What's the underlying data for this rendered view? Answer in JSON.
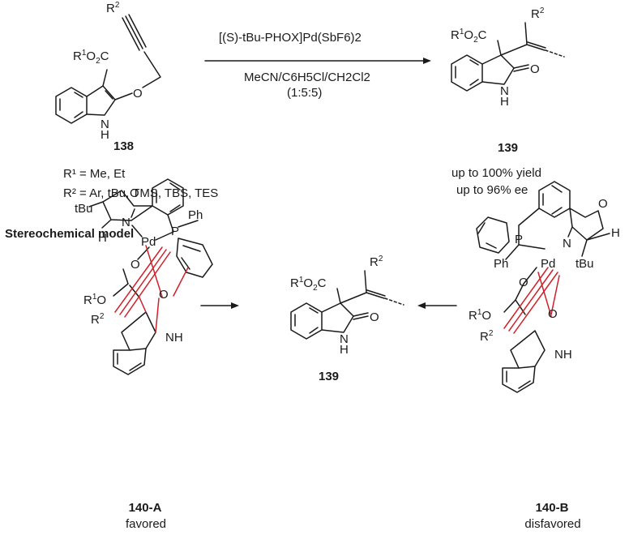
{
  "reaction": {
    "catalyst": "[(S)-tBu-PHOX]Pd(SbF6)2",
    "solvent": "MeCN/C6H5Cl/CH2Cl2",
    "ratio": "(1:5:5)"
  },
  "reactant": {
    "id": "138",
    "r1": "R¹ = Me, Et",
    "r2": "R² = Ar, tBu, TMS, TBS, TES"
  },
  "product": {
    "id": "139",
    "yield": "up to 100% yield",
    "ee": "up to 96% ee"
  },
  "model": {
    "heading": "Stereochemical model",
    "left_id": "140-A",
    "left_note": "favored",
    "right_id": "140-B",
    "right_note": "disfavored",
    "center_id": "139"
  },
  "colors": {
    "bond": "#1a1a1a",
    "highlight": "#d0202a"
  }
}
